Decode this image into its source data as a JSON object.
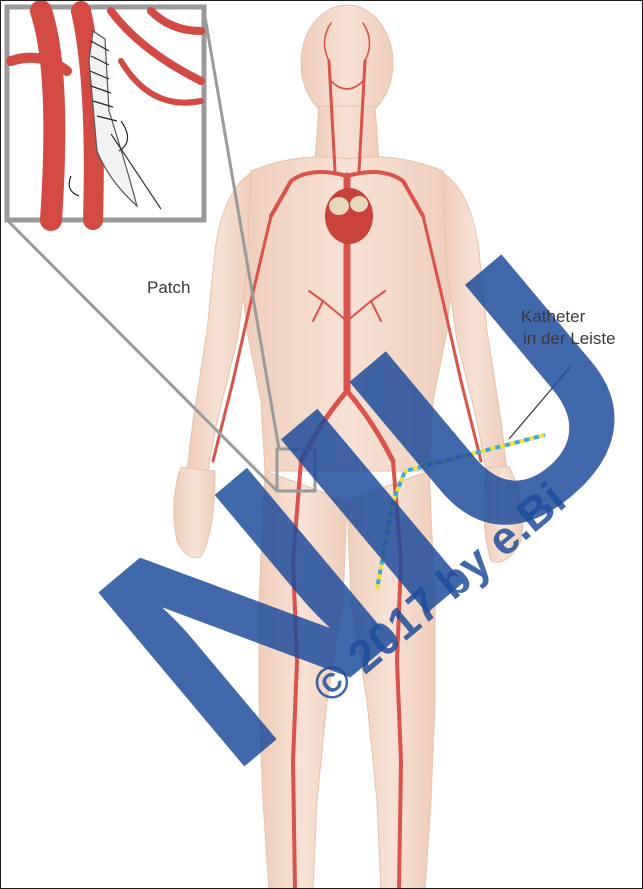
{
  "labels": {
    "patch": "Patch",
    "catheter_line1": "Katheter",
    "catheter_line2": "in der Leiste"
  },
  "watermark": {
    "text": "NIU"
  },
  "watermark2": {
    "text": "© 2017 by e.Bi"
  },
  "colors": {
    "skin": "#f4d8c8",
    "artery": "#d9534a",
    "frame": "#9a9a9a",
    "catheter_blue": "#3aa7d8",
    "catheter_yellow": "#f2e33a",
    "watermark": "#1f4e9c"
  }
}
